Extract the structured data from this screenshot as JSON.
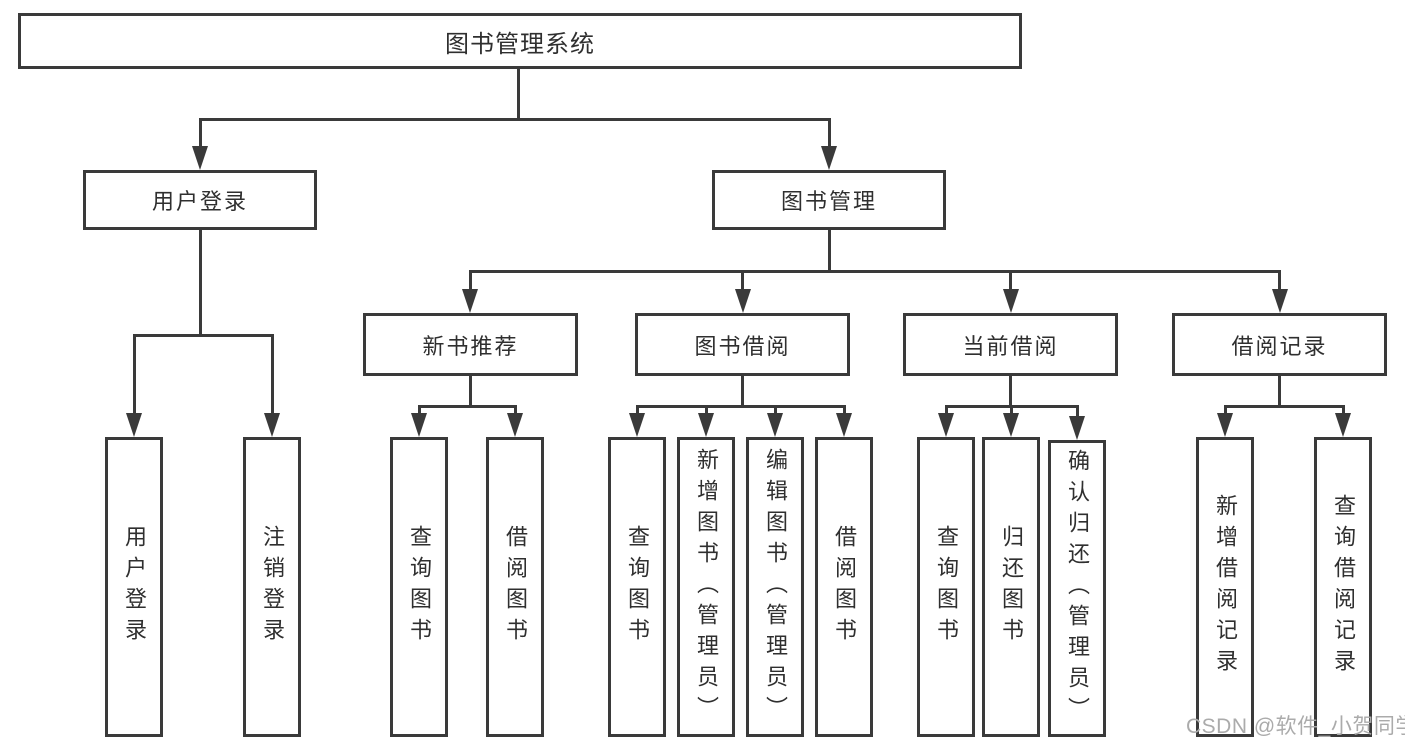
{
  "diagram": {
    "type": "tree",
    "root": {
      "label": "图书管理系统"
    },
    "level2": [
      {
        "label": "用户登录",
        "parent": "图书管理系统"
      },
      {
        "label": "图书管理",
        "parent": "图书管理系统"
      }
    ],
    "level3": [
      {
        "label": "新书推荐",
        "parent": "图书管理"
      },
      {
        "label": "图书借阅",
        "parent": "图书管理"
      },
      {
        "label": "当前借阅",
        "parent": "图书管理"
      },
      {
        "label": "借阅记录",
        "parent": "图书管理"
      }
    ],
    "leaves": [
      {
        "label": "用户登录",
        "parent": "用户登录"
      },
      {
        "label": "注销登录",
        "parent": "用户登录"
      },
      {
        "label": "查询图书",
        "parent": "新书推荐"
      },
      {
        "label": "借阅图书",
        "parent": "新书推荐"
      },
      {
        "label": "查询图书",
        "parent": "图书借阅"
      },
      {
        "label": "新增图书（管理员）",
        "parent": "图书借阅"
      },
      {
        "label": "编辑图书（管理员）",
        "parent": "图书借阅"
      },
      {
        "label": "借阅图书",
        "parent": "图书借阅"
      },
      {
        "label": "查询图书",
        "parent": "当前借阅"
      },
      {
        "label": "归还图书",
        "parent": "当前借阅"
      },
      {
        "label": "确认归还（管理员）",
        "parent": "当前借阅"
      },
      {
        "label": "新增借阅记录",
        "parent": "借阅记录"
      },
      {
        "label": "查询借阅记录",
        "parent": "借阅记录"
      }
    ],
    "colors": {
      "line": "#3a3a3a",
      "text": "#2f2f2f",
      "background": "#ffffff",
      "watermark": "#ababab"
    }
  },
  "watermark": "CSDN @软件_小贺同学"
}
